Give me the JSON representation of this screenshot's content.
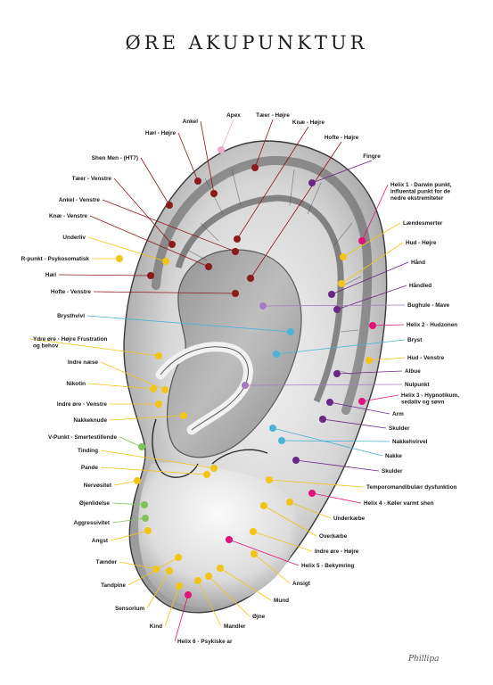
{
  "title": "ØRE AKUPUNKTUR",
  "signature": "Phillipa",
  "colors": {
    "dark_red": "#8b1a1a",
    "purple": "#6b2785",
    "light_purple": "#a77bc1",
    "pink": "#e0137a",
    "yellow": "#f2c416",
    "blue": "#4ab3d8",
    "green": "#7fc45a",
    "ear_pink": "#f0a9cb"
  },
  "points": [
    {
      "label": "Ankel",
      "color": "dark_red"
    },
    {
      "label": "Apex",
      "color": "ear_pink"
    },
    {
      "label": "Tæer - Højre",
      "color": "dark_red"
    },
    {
      "label": "Knæ - Højre",
      "color": "dark_red"
    },
    {
      "label": "Hæl - Højre",
      "color": "dark_red"
    },
    {
      "label": "Hofte - Højre",
      "color": "dark_red"
    },
    {
      "label": "Shen Men - (HT7)",
      "color": "dark_red"
    },
    {
      "label": "Fingre",
      "color": "purple"
    },
    {
      "label": "Tæer - Venstre",
      "color": "dark_red"
    },
    {
      "label": "Helix 1 - Darwin punkt, influental punkt for de nedre ekstremiteter",
      "color": "pink"
    },
    {
      "label": "Ankel - Venstre",
      "color": "dark_red"
    },
    {
      "label": "Knæ - Venstre",
      "color": "dark_red"
    },
    {
      "label": "Lændesmerter",
      "color": "yellow"
    },
    {
      "label": "Underliv",
      "color": "yellow"
    },
    {
      "label": "Hud - Højre",
      "color": "yellow"
    },
    {
      "label": "R-punkt - Psykosomatisk",
      "color": "yellow"
    },
    {
      "label": "Hånd",
      "color": "purple"
    },
    {
      "label": "Hæl",
      "color": "dark_red"
    },
    {
      "label": "Hofte - Venstre",
      "color": "dark_red"
    },
    {
      "label": "Håndled",
      "color": "purple"
    },
    {
      "label": "Bughule - Mave",
      "color": "light_purple"
    },
    {
      "label": "Brysthvivl",
      "color": "blue"
    },
    {
      "label": "Helix 2 - Hudzonen",
      "color": "pink"
    },
    {
      "label": "Bryst",
      "color": "blue"
    },
    {
      "label": "Ydre øre - Højre Frustration og behov",
      "color": "yellow"
    },
    {
      "label": "Hud - Venstre",
      "color": "yellow"
    },
    {
      "label": "Albue",
      "color": "purple"
    },
    {
      "label": "Indre næse",
      "color": "yellow"
    },
    {
      "label": "Nulpunkt",
      "color": "light_purple"
    },
    {
      "label": "Nikotin",
      "color": "yellow"
    },
    {
      "label": "Helix 3 - Hypnotikum, sedativ og søvn",
      "color": "pink"
    },
    {
      "label": "Indre øre - Venstre",
      "color": "yellow"
    },
    {
      "label": "Arm",
      "color": "purple"
    },
    {
      "label": "Skulder",
      "color": "purple"
    },
    {
      "label": "Nakkeknude",
      "color": "yellow"
    },
    {
      "label": "Nakkehvirvel",
      "color": "blue"
    },
    {
      "label": "V-Punkt - Smertestillende",
      "color": "green"
    },
    {
      "label": "Nakke",
      "color": "blue"
    },
    {
      "label": "Tinding",
      "color": "yellow"
    },
    {
      "label": "Skulder",
      "color": "purple"
    },
    {
      "label": "Pande",
      "color": "yellow"
    },
    {
      "label": "Temporomandibulær dysfunktion",
      "color": "yellow"
    },
    {
      "label": "Nervøsitet",
      "color": "yellow"
    },
    {
      "label": "Helix 4 - Køler varmt shen",
      "color": "pink"
    },
    {
      "label": "Øjenlidelse",
      "color": "green"
    },
    {
      "label": "Underkæbe",
      "color": "yellow"
    },
    {
      "label": "Aggressivitet",
      "color": "green"
    },
    {
      "label": "Overkæbe",
      "color": "yellow"
    },
    {
      "label": "Angst",
      "color": "yellow"
    },
    {
      "label": "Indre øre - Højre",
      "color": "yellow"
    },
    {
      "label": "Tænder",
      "color": "yellow"
    },
    {
      "label": "Helix 5 - Bekymring",
      "color": "pink"
    },
    {
      "label": "Tandpine",
      "color": "yellow"
    },
    {
      "label": "Ansigt",
      "color": "yellow"
    },
    {
      "label": "Sensorium",
      "color": "yellow"
    },
    {
      "label": "Mund",
      "color": "yellow"
    },
    {
      "label": "Kind",
      "color": "yellow"
    },
    {
      "label": "Øjne",
      "color": "yellow"
    },
    {
      "label": "Mandler",
      "color": "yellow"
    },
    {
      "label": "Helix 6 - Psykiske ar",
      "color": "pink"
    }
  ]
}
